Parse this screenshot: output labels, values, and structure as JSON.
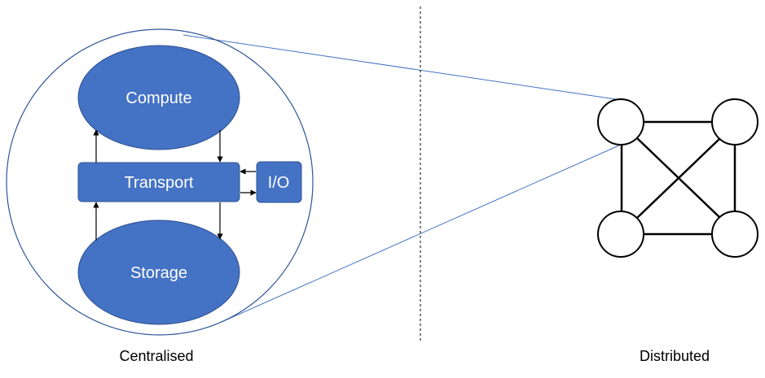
{
  "colors": {
    "node_fill": "#4472c4",
    "node_stroke": "#2f528f",
    "zoom_line": "#4472c4",
    "node_text": "#ffffff",
    "network_stroke": "#000000"
  },
  "centralised": {
    "compute_label": "Compute",
    "transport_label": "Transport",
    "io_label": "I/O",
    "storage_label": "Storage",
    "caption": "Centralised"
  },
  "distributed": {
    "caption": "Distributed"
  }
}
